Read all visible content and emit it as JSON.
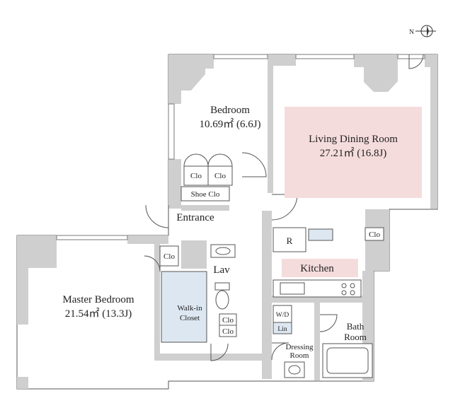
{
  "compass": {
    "label": "N",
    "icon": "compass-icon"
  },
  "rooms": {
    "bedroom": {
      "name": "Bedroom",
      "area": "10.69㎡ (6.6J)"
    },
    "living": {
      "name": "Living Dining Room",
      "area": "27.21㎡ (16.8J)"
    },
    "master": {
      "name": "Master Bedroom",
      "area": "21.54㎡ (13.3J)"
    },
    "entrance": {
      "name": "Entrance"
    },
    "lav": {
      "name": "Lav"
    },
    "kitchen": {
      "name": "Kitchen"
    },
    "walkin": {
      "line1": "Walk-in",
      "line2": "Closet"
    },
    "bath": {
      "line1": "Bath",
      "line2": "Room"
    },
    "dressing": {
      "line1": "Dressing",
      "line2": "Room"
    }
  },
  "fixtures": {
    "clo": "Clo",
    "shoe_clo": "Shoe Clo",
    "fridge": "R",
    "wd": "W/D",
    "lin": "Lin"
  },
  "colors": {
    "wall": "#cfcfcf",
    "living_highlight": "#f5dcdc",
    "kitchen_highlight": "#f5dcdc",
    "closet_highlight": "#dde7f2"
  }
}
